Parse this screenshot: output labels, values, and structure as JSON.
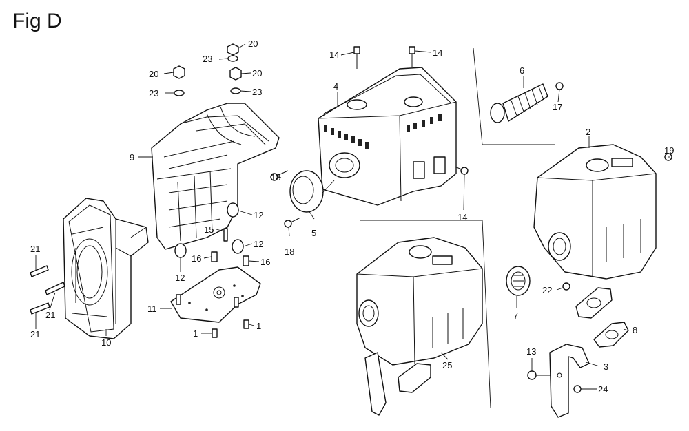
{
  "figure_title": "Fig D",
  "callouts": {
    "c1a": "1",
    "c1b": "1",
    "c2": "2",
    "c3": "3",
    "c4": "4",
    "c5": "5",
    "c6": "6",
    "c7": "7",
    "c8": "8",
    "c9": "9",
    "c10": "10",
    "c11": "11",
    "c12a": "12",
    "c12b": "12",
    "c12c": "12",
    "c13": "13",
    "c14a": "14",
    "c14b": "14",
    "c14c": "14",
    "c15": "15",
    "c16a": "16",
    "c16b": "16",
    "c17": "17",
    "c18a": "18",
    "c18b": "18",
    "c19": "19",
    "c20a": "20",
    "c20b": "20",
    "c20c": "20",
    "c21a": "21",
    "c21b": "21",
    "c21c": "21",
    "c22": "22",
    "c23a": "23",
    "c23b": "23",
    "c23c": "23",
    "c24": "24",
    "c25": "25"
  }
}
